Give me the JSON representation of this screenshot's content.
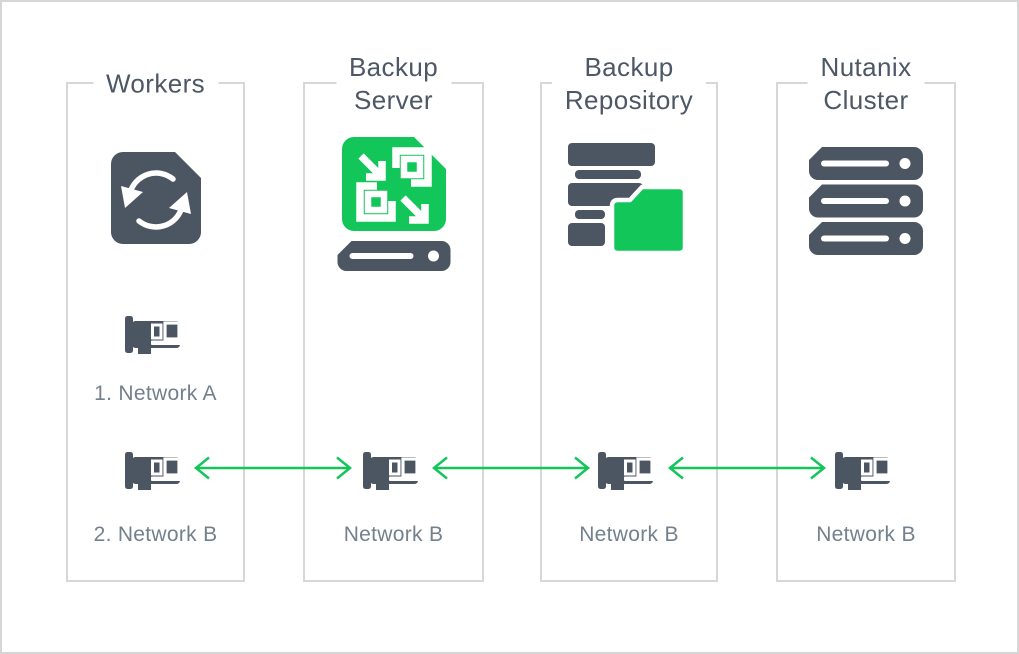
{
  "diagram": {
    "columns": [
      {
        "title": "Workers",
        "main_icon": "sync-document-icon",
        "nic1_label": "1. Network A",
        "nic2_label": "2. Network B"
      },
      {
        "title": "Backup\nServer",
        "main_icon": "backup-server-icon",
        "nic2_label": "Network B"
      },
      {
        "title": "Backup\nRepository",
        "main_icon": "backup-repository-icon",
        "nic2_label": "Network B"
      },
      {
        "title": "Nutanix\nCluster",
        "main_icon": "server-cluster-icon",
        "nic2_label": "Network B"
      }
    ],
    "connections": [
      {
        "from": "Workers",
        "to": "Backup Server",
        "type": "bidirectional-arrow",
        "network": "Network B"
      },
      {
        "from": "Backup Server",
        "to": "Backup Repository",
        "type": "bidirectional-arrow",
        "network": "Network B"
      },
      {
        "from": "Backup Repository",
        "to": "Nutanix Cluster",
        "type": "bidirectional-arrow",
        "network": "Network B"
      }
    ],
    "colors": {
      "slate": "#4C5662",
      "green": "#12C65A",
      "box_border": "#D5D7D9",
      "title_text": "#4D5766",
      "label_text": "#73808D",
      "frame_border": "#D6D6D6",
      "background": "#FFFFFF"
    }
  }
}
